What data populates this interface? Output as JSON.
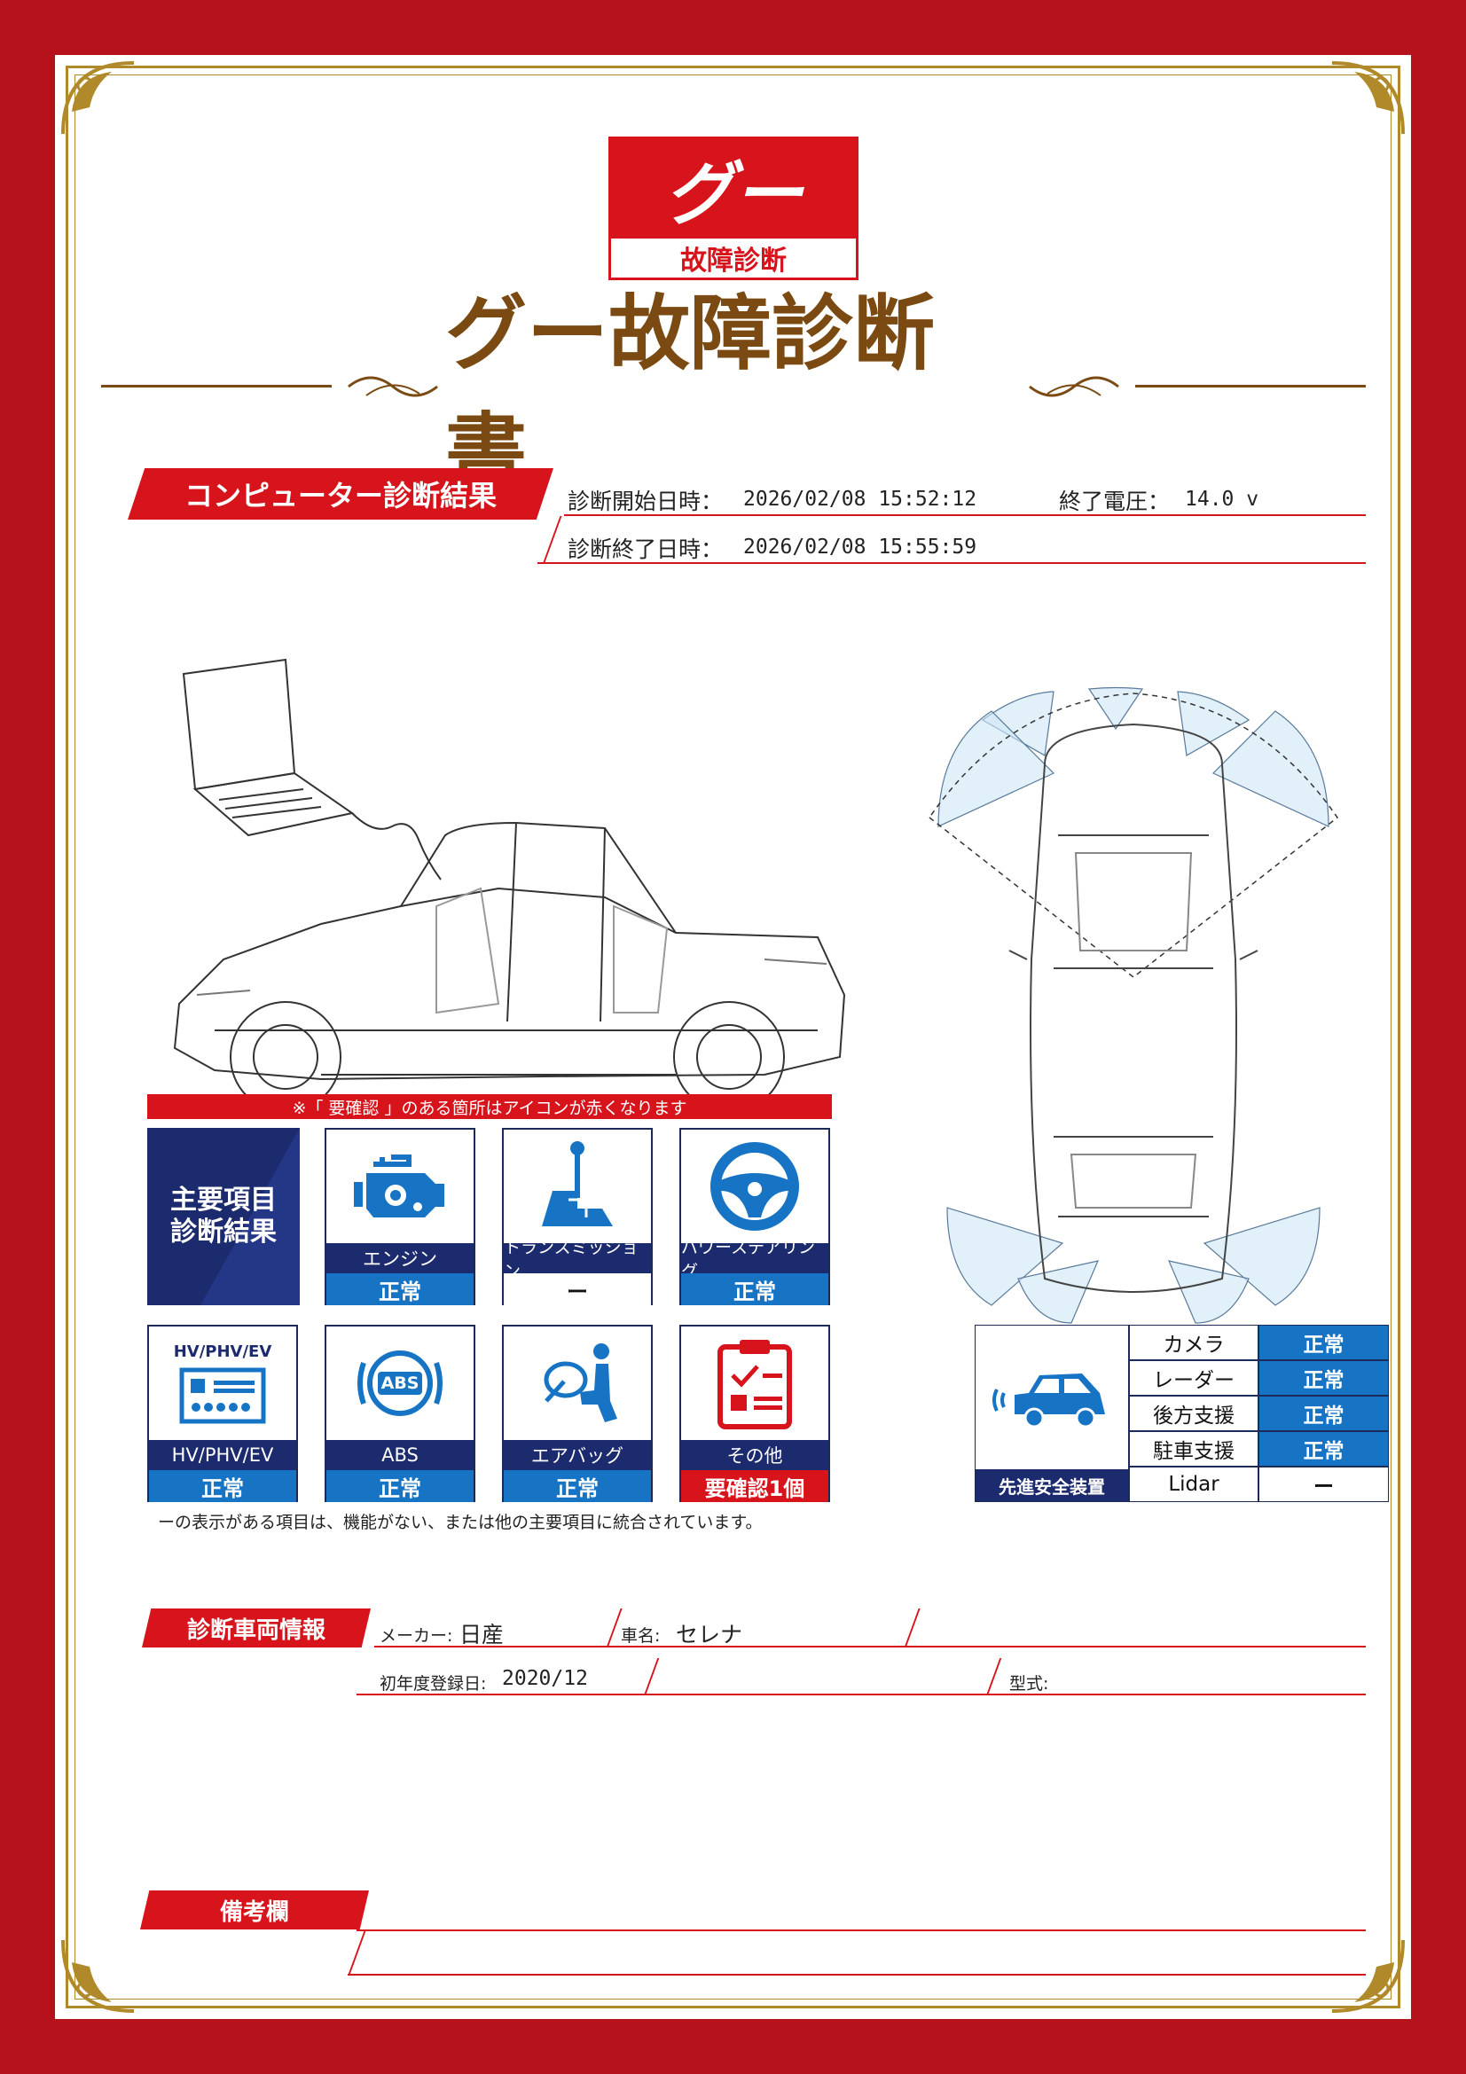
{
  "logo": {
    "mark": "グー",
    "subtitle": "故障診断"
  },
  "doc_title": "グー故障診断書",
  "computer_section": {
    "tag": "コンピューター診断結果",
    "start_label": "診断開始日時：",
    "start_value": "2026/02/08 15:52:12",
    "voltage_label": "終了電圧：",
    "voltage_value": "14.0 v",
    "end_label": "診断終了日時：",
    "end_value": "2026/02/08 15:55:59"
  },
  "main_items": {
    "notice": "※「 要確認 」のある箇所はアイコンが赤くなります",
    "header": "主要項目\n診断結果",
    "tiles": [
      {
        "name": "エンジン",
        "status": "正常",
        "status_type": "normal",
        "icon": "engine-icon"
      },
      {
        "name": "トランスミッション",
        "status": "ー",
        "status_type": "none",
        "icon": "transmission-icon"
      },
      {
        "name": "パワーステアリング",
        "status": "正常",
        "status_type": "normal",
        "icon": "steering-wheel-icon"
      },
      {
        "name": "HV/PHV/EV",
        "status": "正常",
        "status_type": "normal",
        "icon": "battery-icon",
        "icon_text": "HV/PHV/EV"
      },
      {
        "name": "ABS",
        "status": "正常",
        "status_type": "normal",
        "icon": "abs-icon",
        "icon_text": "ABS"
      },
      {
        "name": "エアバッグ",
        "status": "正常",
        "status_type": "normal",
        "icon": "airbag-icon"
      },
      {
        "name": "その他",
        "status": "要確認1個",
        "status_type": "warn",
        "icon": "clipboard-icon"
      }
    ],
    "footnote": "ーの表示がある項目は、機能がない、または他の主要項目に統合されています。"
  },
  "adas": {
    "label": "先進安全装置",
    "rows": [
      {
        "name": "カメラ",
        "status": "正常",
        "status_type": "normal"
      },
      {
        "name": "レーダー",
        "status": "正常",
        "status_type": "normal"
      },
      {
        "name": "後方支援",
        "status": "正常",
        "status_type": "normal"
      },
      {
        "name": "駐車支援",
        "status": "正常",
        "status_type": "normal"
      },
      {
        "name": "Lidar",
        "status": "ー",
        "status_type": "none"
      }
    ]
  },
  "vehicle": {
    "tag": "診断車両情報",
    "maker_label": "メーカー:",
    "maker_value": "日産",
    "name_label": "車名:",
    "name_value": "セレナ",
    "reg_label": "初年度登録日:",
    "reg_value": "2020/12",
    "model_label": "型式:",
    "model_value": ""
  },
  "remarks": {
    "tag": "備考欄"
  },
  "colors": {
    "frame": "#b5121b",
    "accent_red": "#d7141c",
    "gold": "#b08a2a",
    "title_brown": "#7a4a12",
    "navy": "#1c2a6e",
    "status_blue": "#1774c5"
  }
}
